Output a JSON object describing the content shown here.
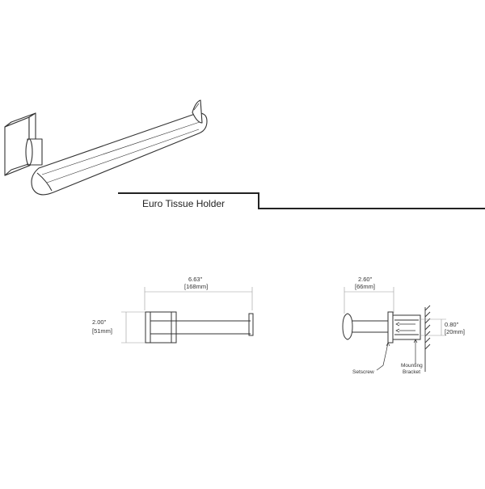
{
  "title": "Euro Tissue Holder",
  "dimensions": {
    "length": {
      "imperial": "6.63\"",
      "metric": "[168mm]"
    },
    "height": {
      "imperial": "2.00\"",
      "metric": "[51mm]"
    },
    "projection": {
      "imperial": "2.60\"",
      "metric": "[66mm]"
    },
    "bracket_depth": {
      "imperial": "0.80\"",
      "metric": "[20mm]"
    }
  },
  "callouts": {
    "setscrew": "Setscrew",
    "bracket_line1": "Mounting",
    "bracket_line2": "Bracket"
  },
  "colors": {
    "line": "#333333",
    "faint": "#9a9a9a",
    "title_rule": "#222222"
  }
}
